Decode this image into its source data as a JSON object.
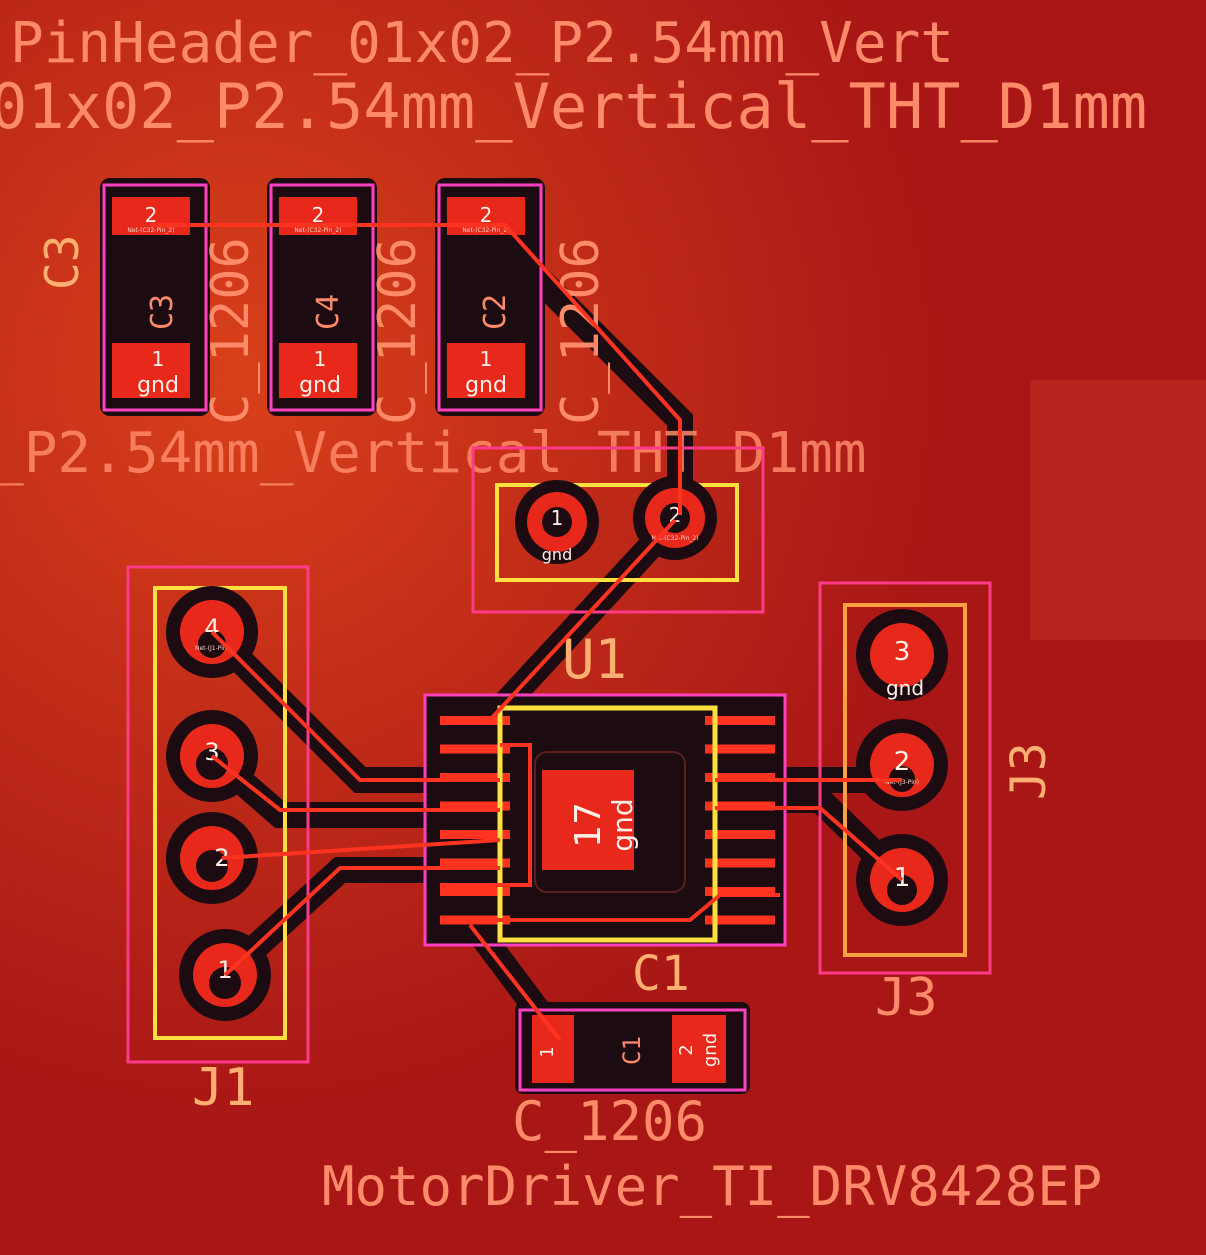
{
  "labels": {
    "top_footprint": "01x02_P2.54mm_Vertical_THT_D1mm",
    "mid_footprint_a": "_P2.54mm_Vertical_THT_D1mm",
    "mid_footprint_b": "PinHeader_01x02_P2.54mm_Vert",
    "cap_footprint": "C_1206",
    "ic_footprint": "MotorDriver_TI_DRV8428EP",
    "bottom_cap_footprint": "C_1206"
  },
  "components": {
    "c3": {
      "ref": "C3",
      "pad2": "2",
      "pad1": "1",
      "pad1_net": "gnd",
      "pad2_net": "Net-(C32-Pin_2)"
    },
    "c4": {
      "ref": "C4",
      "pad2": "2",
      "pad1": "1",
      "pad1_net": "gnd",
      "pad2_net": "Net-(C32-Pin_2)"
    },
    "c2": {
      "ref": "C2",
      "pad2": "2",
      "pad1": "1",
      "pad1_net": "gnd",
      "pad2_net": "Net-(C32-Pin_2)"
    },
    "u1": {
      "ref": "U1",
      "pad1": "1",
      "pad1_net": "gnd",
      "pad2": "2",
      "pad2_net": "Net-(C32-Pin_2)"
    },
    "j1": {
      "ref": "J1",
      "pads": [
        "4",
        "3",
        "2",
        "1"
      ],
      "net": "Net-(J1-Pin)"
    },
    "j3": {
      "ref": "J3",
      "pads": [
        "3",
        "2",
        "1"
      ],
      "pad3_net": "gnd",
      "net": "Net-(J3-Pin)"
    },
    "ic": {
      "ref": "C1",
      "epad": "17",
      "epad_net": "gnd"
    },
    "c1": {
      "ref": "C1",
      "pad1": "1",
      "pad2": "2",
      "pad2_net": "gnd"
    }
  },
  "colors": {
    "board": "#b51a1a",
    "copper_pad": "#e8281a",
    "track": "#ff3320",
    "clearance": "#1c0c12",
    "courtyard": "#ff3a8a",
    "fab": "#ffe040",
    "silk": "#ff8a6a"
  }
}
